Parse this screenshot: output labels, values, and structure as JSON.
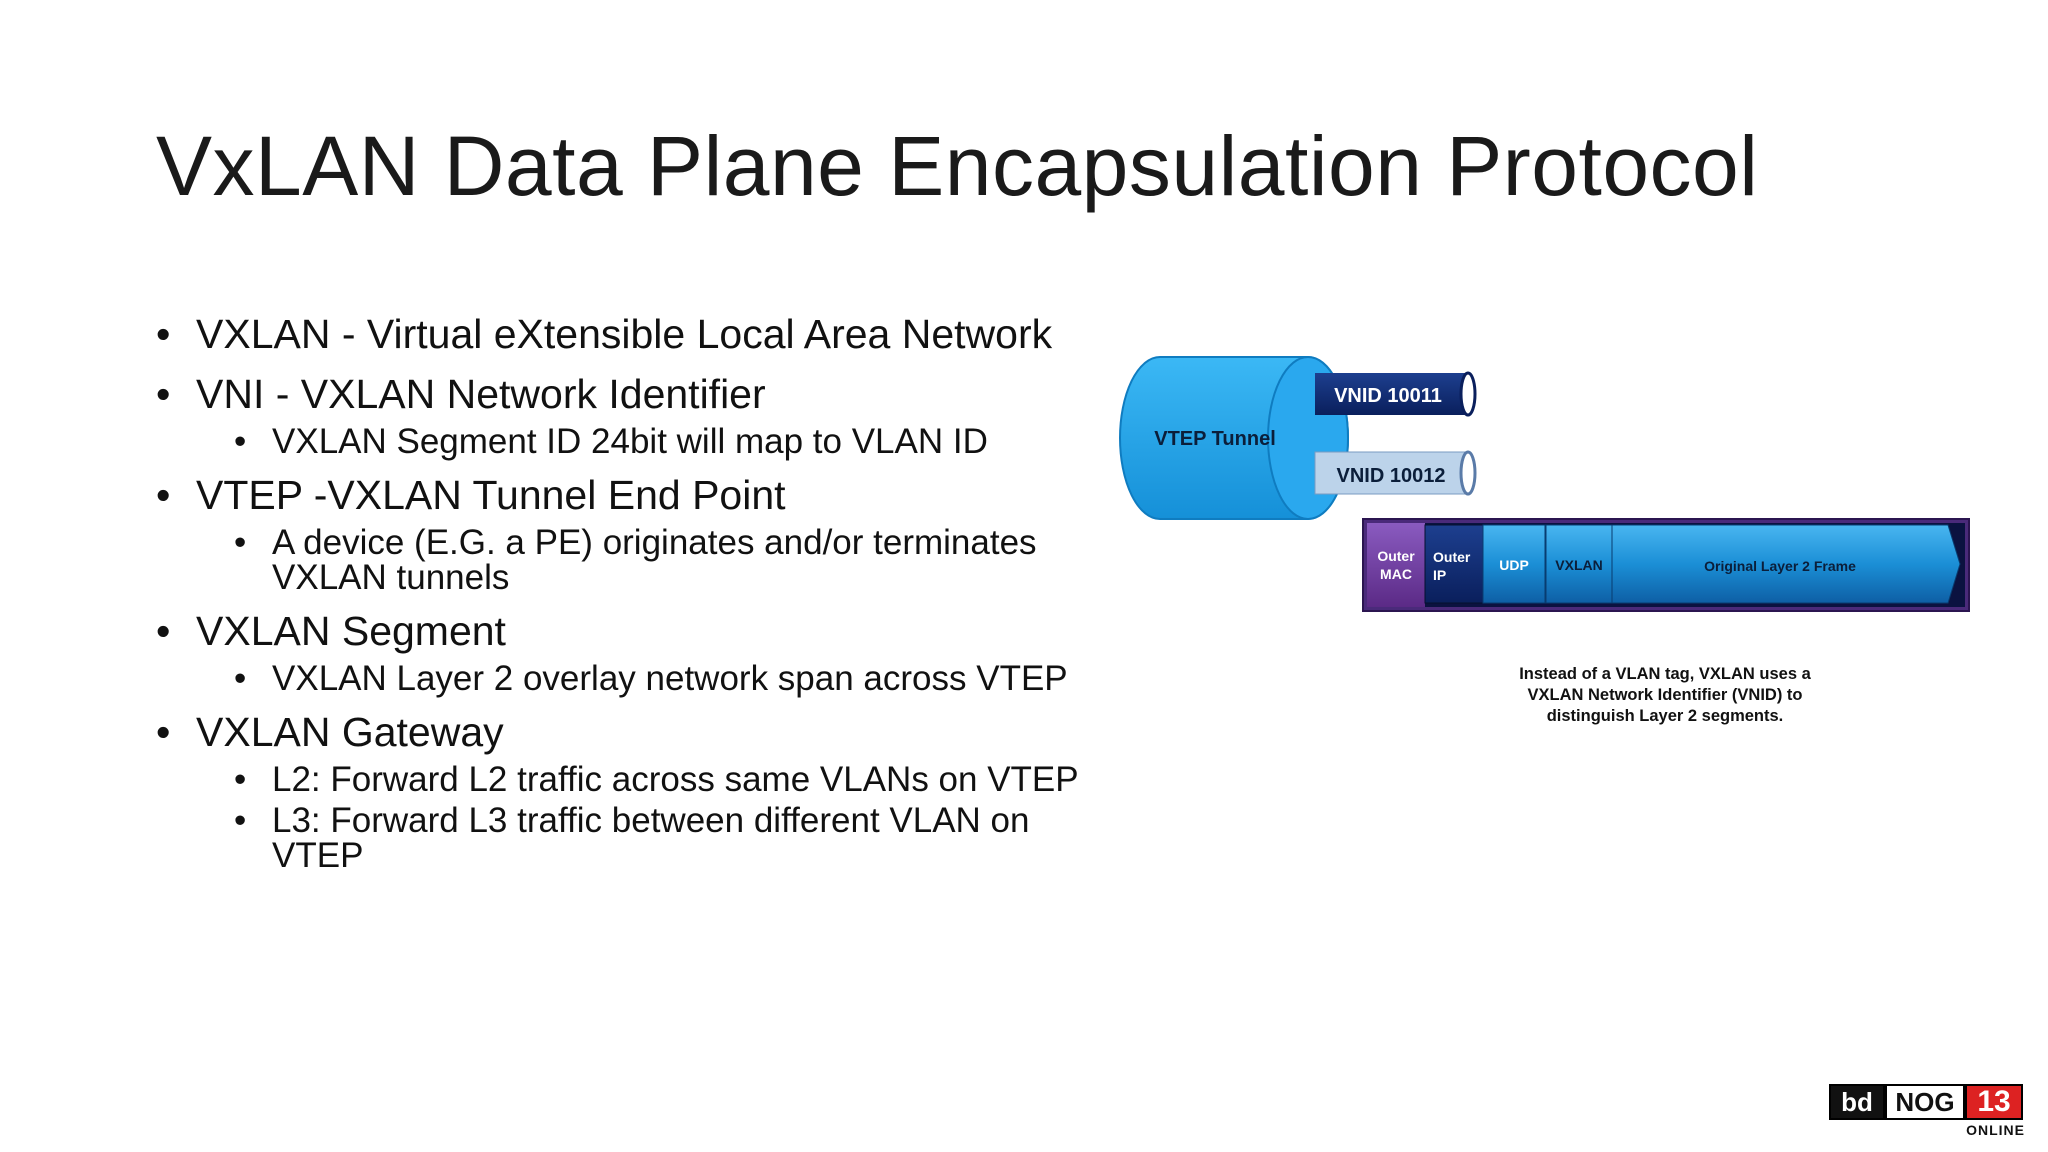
{
  "slide": {
    "title": "VxLAN Data Plane Encapsulation Protocol",
    "bullets": [
      {
        "text": "VXLAN - Virtual eXtensible Local Area Network",
        "sub": []
      },
      {
        "text": "VNI - VXLAN Network Identifier",
        "sub": [
          "VXLAN Segment ID 24bit will map to VLAN ID"
        ]
      },
      {
        "text": "VTEP -VXLAN Tunnel End Point",
        "sub": [
          "A device (E.G. a PE) originates and/or terminates VXLAN tunnels"
        ]
      },
      {
        "text": "VXLAN Segment",
        "sub": [
          "VXLAN Layer 2 overlay network span across VTEP"
        ]
      },
      {
        "text": "VXLAN Gateway",
        "sub": [
          "L2: Forward L2 traffic across same VLANs on VTEP",
          "L3: Forward L3 traffic between different VLAN on VTEP"
        ]
      }
    ]
  },
  "diagram": {
    "tunnel_label": "VTEP Tunnel",
    "vnid_1": "VNID 10011",
    "vnid_2": "VNID 10012",
    "frame": {
      "outer_mac_line1": "Outer",
      "outer_mac_line2": "MAC",
      "outer_ip_line1": "Outer",
      "outer_ip_line2": "IP",
      "udp": "UDP",
      "vxlan": "VXLAN",
      "original": "Original Layer 2 Frame"
    },
    "caption_lines": [
      "Instead of a VLAN tag, VXLAN uses a",
      "VXLAN Network Identifier (VNID) to",
      "distinguish Layer 2 segments."
    ],
    "colors": {
      "tunnel": "#1aa3ea",
      "vnid_dark": "#0d2a78",
      "vnid_light": "#bcd3ea",
      "frame_border": "#5b2a86",
      "frame_blue": "#1b8fd6"
    }
  },
  "logo": {
    "bd": "bd",
    "nog": "NOG",
    "num": "13",
    "online": "ONLINE"
  }
}
